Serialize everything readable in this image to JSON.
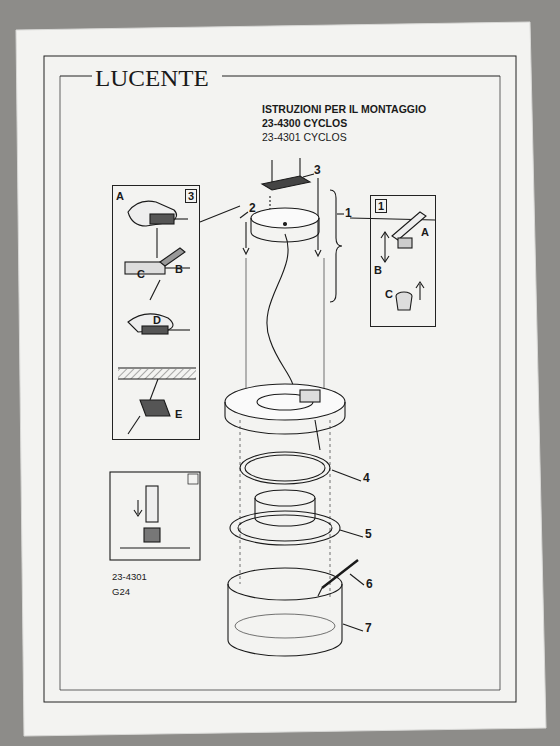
{
  "diagram": {
    "title": "ISTRUZIONI PER IL MONTAGGIO",
    "nodes": [
      {
        "text": [
          "3",
          "A",
          "B",
          "C",
          "D",
          "E"
        ]
      },
      {
        "text": [
          "1",
          "A",
          "B",
          "C"
        ]
      }
    ],
    "labels": [
      "LUCENTE",
      "23-4300 CYCLOS",
      "23-4301 CYCLOS",
      "1",
      "2",
      "3",
      "4",
      "5",
      "6",
      "7",
      "23-4301",
      "G24"
    ]
  }
}
